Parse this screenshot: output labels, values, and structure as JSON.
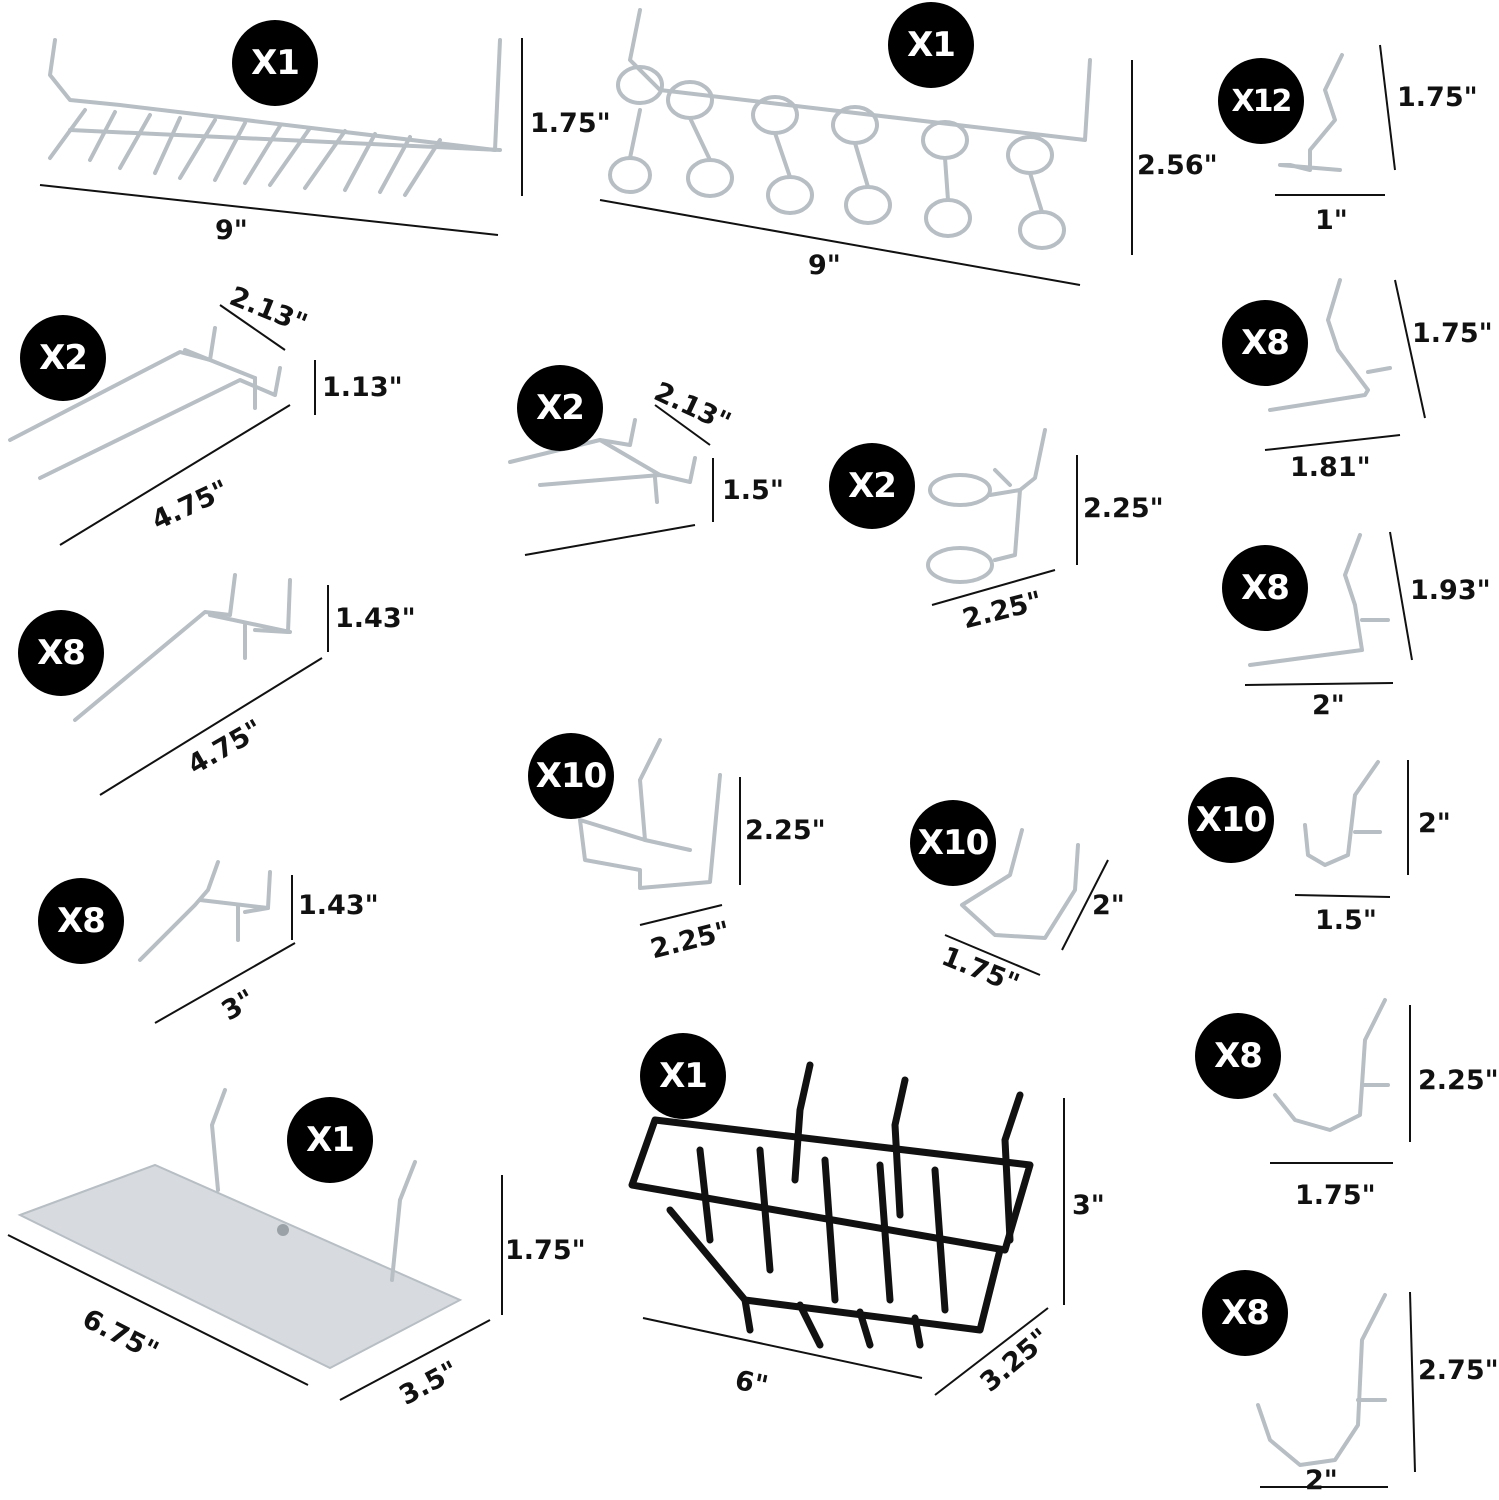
{
  "items": [
    {
      "id": "rail-hook-strip",
      "qty": "X1",
      "dims": [
        "1.75\"",
        "9\""
      ]
    },
    {
      "id": "ring-hook-strip",
      "qty": "X1",
      "dims": [
        "2.56\"",
        "9\""
      ]
    },
    {
      "id": "small-l-hook",
      "qty": "X12",
      "dims": [
        "1.75\"",
        "1\""
      ]
    },
    {
      "id": "double-hook-long",
      "qty": "X2",
      "dims": [
        "2.13\"",
        "1.13\"",
        "4.75\""
      ]
    },
    {
      "id": "double-hook-short",
      "qty": "X2",
      "dims": [
        "2.13\"",
        "1.5\""
      ]
    },
    {
      "id": "ring-holder",
      "qty": "X2",
      "dims": [
        "2.25\"",
        "2.25\""
      ]
    },
    {
      "id": "l-hook-181",
      "qty": "X8",
      "dims": [
        "1.75\"",
        "1.81\""
      ]
    },
    {
      "id": "single-hook-long",
      "qty": "X8",
      "dims": [
        "1.43\"",
        "4.75\""
      ]
    },
    {
      "id": "l-hook-2",
      "qty": "X8",
      "dims": [
        "1.93\"",
        "2\""
      ]
    },
    {
      "id": "u-bracket-large",
      "qty": "X10",
      "dims": [
        "2.25\"",
        "2.25\""
      ]
    },
    {
      "id": "u-bracket-small",
      "qty": "X10",
      "dims": [
        "2\"",
        "1.75\""
      ]
    },
    {
      "id": "j-hook-small",
      "qty": "X10",
      "dims": [
        "2\"",
        "1.5\""
      ]
    },
    {
      "id": "single-hook-short",
      "qty": "X8",
      "dims": [
        "1.43\"",
        "3\""
      ]
    },
    {
      "id": "j-hook-medium",
      "qty": "X8",
      "dims": [
        "2.25\"",
        "1.75\""
      ]
    },
    {
      "id": "shelf",
      "qty": "X1",
      "dims": [
        "1.75\"",
        "6.75\"",
        "3.5\""
      ]
    },
    {
      "id": "basket",
      "qty": "X1",
      "dims": [
        "3\"",
        "6\"",
        "3.25\""
      ]
    },
    {
      "id": "j-hook-large",
      "qty": "X8",
      "dims": [
        "2.75\"",
        "2\""
      ]
    }
  ],
  "colors": {
    "badge": "#000000",
    "wire": "#b7bec4",
    "basket": "#111111",
    "shelf": "#d7dbdf"
  }
}
